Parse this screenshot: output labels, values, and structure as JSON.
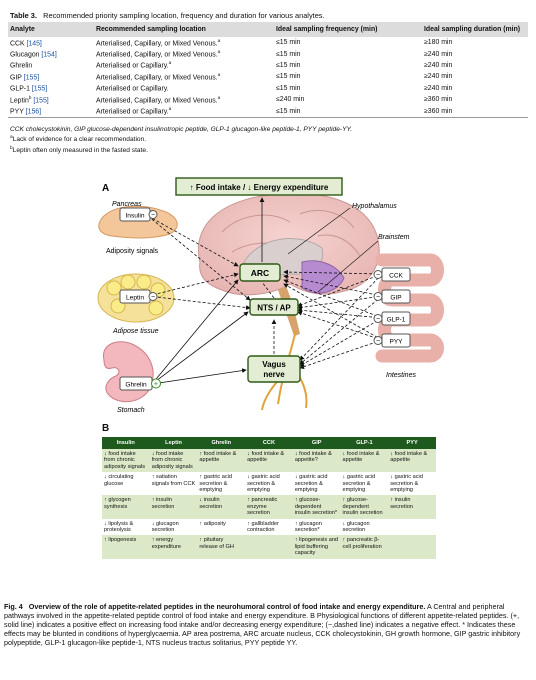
{
  "table3": {
    "label": "Table 3.",
    "caption": "Recommended priority sampling location, frequency and duration for various analytes.",
    "headers": [
      "Analyte",
      "Recommended sampling location",
      "Ideal sampling frequency (min)",
      "Ideal sampling duration (min)"
    ],
    "rows": [
      {
        "analyte": "CCK",
        "ref": "[145]",
        "sup": "",
        "location": "Arterialised, Capillary, or Mixed Venous.",
        "loc_sup": "a",
        "freq": "≤15 min",
        "dur": "≥180 min"
      },
      {
        "analyte": "Glucagon",
        "ref": "[154]",
        "sup": "",
        "location": "Arterialised, Capillary, or Mixed Venous.",
        "loc_sup": "a",
        "freq": "≤15 min",
        "dur": "≥240 min"
      },
      {
        "analyte": "Ghrelin",
        "ref": "",
        "sup": "",
        "location": "Arterialised or Capillary.",
        "loc_sup": "a",
        "freq": "≤15 min",
        "dur": "≥240 min"
      },
      {
        "analyte": "GIP",
        "ref": "[155]",
        "sup": "",
        "location": "Arterialised, Capillary, or Mixed Venous.",
        "loc_sup": "a",
        "freq": "≤15 min",
        "dur": "≥240 min"
      },
      {
        "analyte": "GLP-1",
        "ref": "[155]",
        "sup": "",
        "location": "Arterialised or Capillary.",
        "loc_sup": "",
        "freq": "≤15 min",
        "dur": "≥240 min"
      },
      {
        "analyte": "Leptin",
        "ref": "[155]",
        "sup": "b",
        "location": "Arterialised, Capillary, or Mixed Venous.",
        "loc_sup": "a",
        "freq": "≤240 min",
        "dur": "≥360 min"
      },
      {
        "analyte": "PYY",
        "ref": "[156]",
        "sup": "",
        "location": "Arterialised or Capillary.",
        "loc_sup": "a",
        "freq": "≤15 min",
        "dur": "≥360 min"
      }
    ],
    "note_abbrev": "CCK cholecystokinin, GIP glucose-dependent insulinotropic peptide, GLP-1 glucagon-like peptide-1, PYY peptide-YY.",
    "note_a_mark": "a",
    "note_a": "Lack of evidence for a clear recommendation.",
    "note_b_mark": "b",
    "note_b": "Leptin often only measured in the fasted state."
  },
  "figA": {
    "panel": "A",
    "title": "↑ Food intake / ↓ Energy expenditure",
    "pancreas": "Pancreas",
    "insulin": "Insulin",
    "adiposity": "Adiposity signals",
    "leptin": "Leptin",
    "adipose": "Adipose tissue",
    "ghrelin": "Ghrelin",
    "stomach": "Stomach",
    "hypothalamus": "Hypothalamus",
    "brainstem": "Brainstem",
    "arc": "ARC",
    "nts": "NTS / AP",
    "vagus1": "Vagus",
    "vagus2": "nerve",
    "intestines": "Intestines",
    "gut": [
      "CCK",
      "GIP",
      "GLP-1",
      "PYY"
    ],
    "minus": "−",
    "plus": "+"
  },
  "figB": {
    "panel": "B",
    "headers": [
      "Insulin",
      "Leptin",
      "Ghrelin",
      "CCK",
      "GIP",
      "GLP-1",
      "PYY"
    ],
    "rows": [
      [
        "↓ food intake from chronic adiposity signals",
        "↓ food intake from chronic adiposity signals",
        "↑ food intake & appetite",
        "↓ food intake & appetite",
        "↓ food intake & appetite?",
        "↓ food intake & appetite",
        "↓ food intake & appetite"
      ],
      [
        "↓ circulating glucose",
        "↑ satiation signals from CCK",
        "↑ gastric acid secretion & emptying",
        "↓ gastric acid secretion & emptying",
        "↓ gastric acid secretion & emptying",
        "↓ gastric acid secretion & emptying",
        "↓ gastric acid secretion & emptying"
      ],
      [
        "↑ glycogen synthesis",
        "↑ insulin secretion",
        "↓ insulin secretion",
        "↑ pancreatic enzyme secretion",
        "↑ glucose-dependent insulin secretion*",
        "↑ glucose-dependent insulin secretion",
        "↑ insulin secretion"
      ],
      [
        "↓ lipolysis & proteolysis",
        "↓ glucagon secretion",
        "↑ adiposity",
        "↑ gallbladder contraction",
        "↑ glucagon secretion*",
        "↓ glucagon secretion",
        ""
      ],
      [
        "↑ lipogenesis",
        "↑ energy expenditure",
        "↑ pituitary release of GH",
        "",
        "↑ lipogenesis and lipid buffering capacity",
        "↑ pancreatic β-cell proliferation",
        ""
      ]
    ]
  },
  "caption": {
    "label": "Fig. 4",
    "title": "Overview of the role of appetite-related peptides in the neurohumoral control of food intake and energy expenditure.",
    "body": "A Central and peripheral pathways involved in the appetite-related peptide control of food intake and energy expenditure. B Physiological functions of different appetite-related peptides. (+, solid line) indicates a positive effect on increasing food intake and/or decreasing energy expenditure; (−,dashed line) indicates a negative effect. * Indicates these effects may be blunted in conditions of hyperglycaemia. AP area postrema, ARC arcuate nucleus, CCK cholecystokinin, GH growth hormone, GIP gastric inhibitory polypeptide, GLP-1 glucagon-like peptide-1, NTS nucleus tractus solitarius, PYY peptide YY."
  }
}
